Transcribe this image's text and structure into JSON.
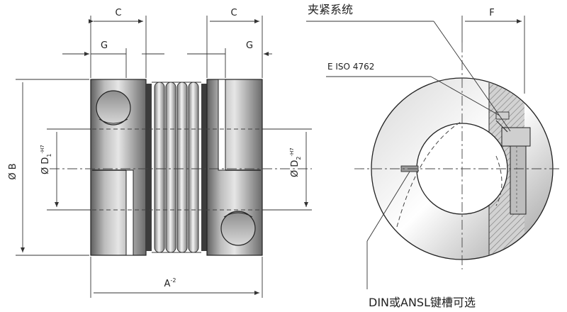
{
  "diagram": {
    "dim_c_left": "C",
    "dim_c_right": "C",
    "dim_g_left": "G",
    "dim_g_right": "G",
    "dim_b": "Ø B",
    "dim_d1": "Ø D",
    "dim_d1_sub": "1",
    "dim_d1_sup": "-H7",
    "dim_d2": "Ø D",
    "dim_d2_sub": "2",
    "dim_d2_sup": "-H7",
    "dim_a": "A",
    "dim_a_sup": "-2",
    "dim_f": "F",
    "callout_clamp": "夹紧系统",
    "callout_iso": "E ISO 4762",
    "callout_keyway": "DIN或ANSL键槽可选"
  },
  "colors": {
    "hub_dark": "#6f6f6f",
    "hub_light": "#dedede",
    "bellows_light": "#f2f2f2",
    "bellows_dark": "#8a8a8a",
    "line": "#222222"
  }
}
